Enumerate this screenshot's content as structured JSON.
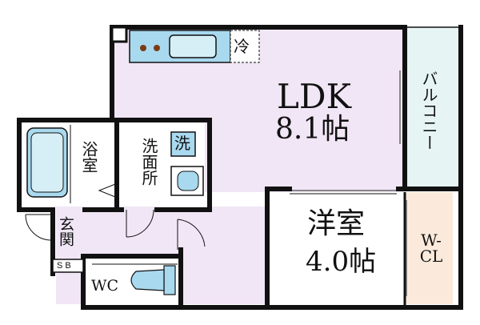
{
  "rooms": {
    "ldk": {
      "name": "LDK",
      "size": "8.1帖"
    },
    "western": {
      "name": "洋室",
      "size": "4.0帖"
    },
    "balcony": {
      "name": "バルコニー"
    },
    "bath": {
      "name": "浴室"
    },
    "washroom": {
      "name": "洗面所"
    },
    "entrance": {
      "name": "玄関"
    },
    "shoebox": {
      "name": "S B"
    },
    "toilet": {
      "name": "WC"
    },
    "closet": {
      "name": "W-CL"
    }
  },
  "fixtures": {
    "fridge": "冷",
    "washer": "洗"
  },
  "colors": {
    "ldk": "#F1E6F6",
    "balcony": "#E7F4F4",
    "bath": "#D6EFF6",
    "closet": "#FBEADC",
    "fixture": "#A8D9EF",
    "wall": "#111111"
  }
}
